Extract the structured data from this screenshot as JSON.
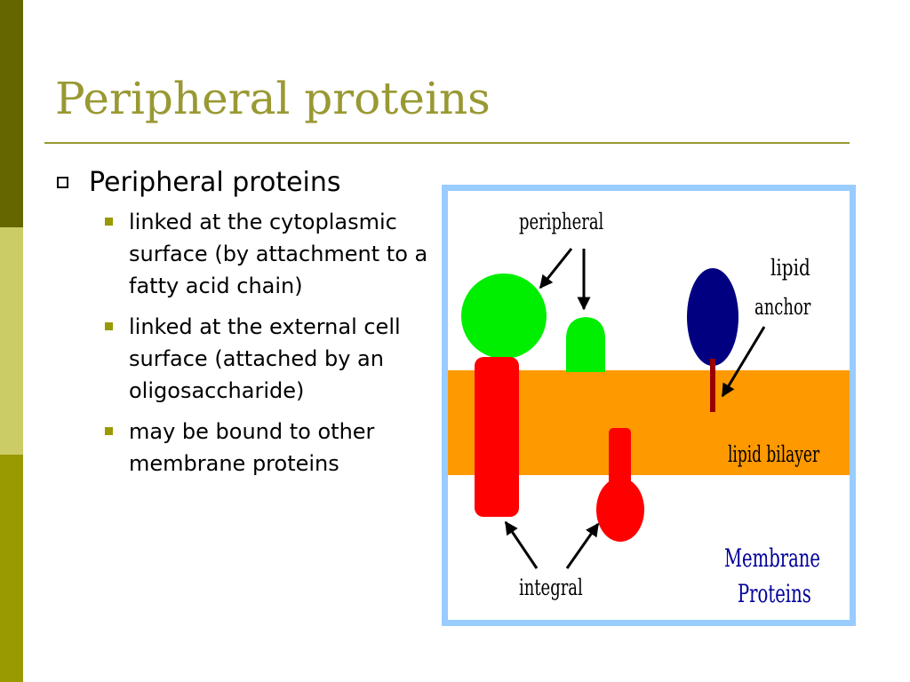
{
  "slide": {
    "title": "Peripheral proteins",
    "bullet": {
      "text": "Peripheral proteins",
      "subitems": [
        "linked at the cytoplasmic surface (by attachment to a fatty acid chain)",
        "linked at the external cell surface (attached by an oligosaccharide)",
        "may be bound to other membrane proteins"
      ]
    }
  },
  "diagram": {
    "labels": {
      "peripheral": "peripheral",
      "lipid_anchor_line1": "lipid",
      "lipid_anchor_line2": "anchor",
      "lipid_bilayer": "lipid bilayer",
      "integral": "integral",
      "title_line1": "Membrane",
      "title_line2": "Proteins"
    },
    "colors": {
      "frame": "#99ccff",
      "bilayer": "#ff9900",
      "peripheral_protein": "#00ee00",
      "integral_protein": "#ff0000",
      "lipid_anchored_protein": "#000080",
      "anchor_chain": "#990000",
      "title_text": "#000099"
    }
  },
  "theme": {
    "title_color": "#999933",
    "sidebar_colors": [
      "#666600",
      "#cccc66",
      "#999900"
    ]
  }
}
